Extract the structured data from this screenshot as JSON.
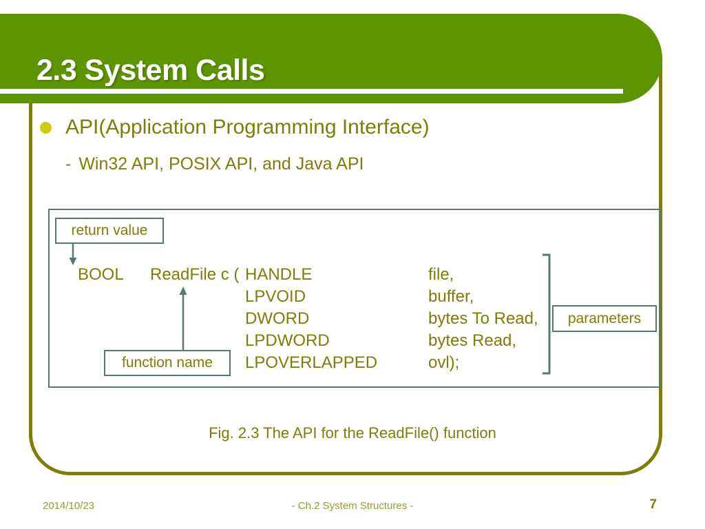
{
  "slide": {
    "title": "2.3 System Calls",
    "theme": {
      "banner_green": "#5E9400",
      "olive": "#7E7D06",
      "bullet_yellow": "#CDCD0A",
      "diagram_border_teal": "#5A7770",
      "footer_olive": "#9A9A2A",
      "background": "#FFFFFF"
    }
  },
  "body": {
    "bullets": [
      {
        "marker": "disc",
        "text": "API(Application Programming Interface)"
      }
    ],
    "sub_bullets": [
      {
        "dash": "-",
        "text": "Win32 API, POSIX API, and Java API"
      }
    ]
  },
  "diagram": {
    "labels": {
      "return_value": "return value",
      "function_name": "function name",
      "parameters": "parameters"
    },
    "signature": {
      "return_type": "BOOL",
      "function": "ReadFile c (",
      "lines": [
        {
          "type": "HANDLE",
          "name": "file,"
        },
        {
          "type": "LPVOID",
          "name": "buffer,"
        },
        {
          "type": "DWORD",
          "name": "bytes To Read,"
        },
        {
          "type": "LPDWORD",
          "name": "bytes Read,"
        },
        {
          "type": "LPOVERLAPPED",
          "name": "ovl);"
        }
      ]
    },
    "caption": "Fig. 2.3 The API for the ReadFile() function"
  },
  "footer": {
    "date": "2014/10/23",
    "center": "- Ch.2 System Structures -",
    "page_number": "7"
  }
}
